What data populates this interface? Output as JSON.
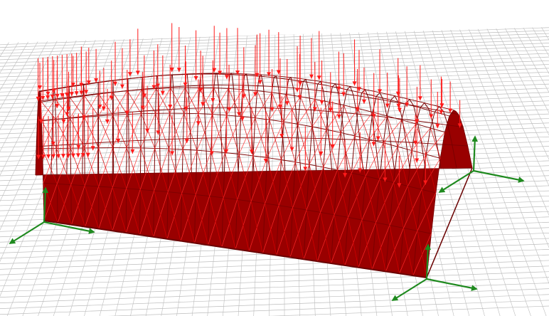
{
  "viewport": {
    "background_color": "#ffffff",
    "grid_color": "#bdbdbd",
    "grid_visible": true
  },
  "structure": {
    "type": "arched space-frame roof",
    "member_color": "#990000",
    "edge_color": "#6a0000",
    "load_arrow_color": "#ff1a1a"
  },
  "supports": {
    "arrow_color": "#1f8a1f",
    "items": [
      {
        "name": "front-left-support"
      },
      {
        "name": "back-right-support"
      },
      {
        "name": "front-right-support"
      }
    ]
  },
  "icons": {
    "load": "down-arrow-icon",
    "support_axis": "axis-arrow-icon"
  }
}
